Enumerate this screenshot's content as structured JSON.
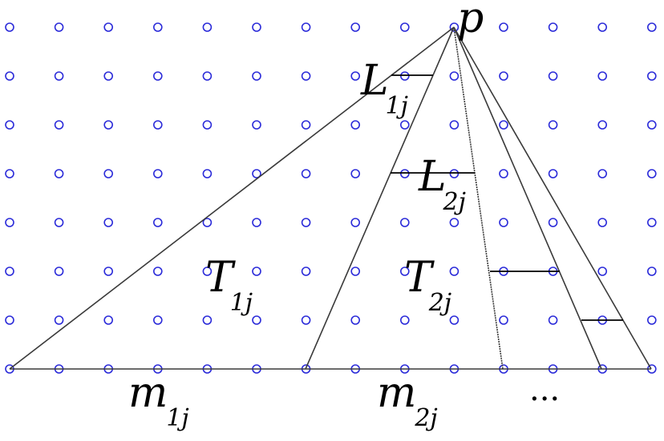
{
  "diagram": {
    "lattice": {
      "columns": 14,
      "rows": 8,
      "color": "#2b2bd9"
    },
    "line_color": "#3a3a3a",
    "labels": {
      "apex": "p",
      "L1": {
        "main": "L",
        "sub": "1j"
      },
      "L2": {
        "main": "L",
        "sub": "2j"
      },
      "T1": {
        "main": "T",
        "sub": "1j"
      },
      "T2": {
        "main": "T",
        "sub": "2j"
      },
      "m1": {
        "main": "m",
        "sub": "1j"
      },
      "m2": {
        "main": "m",
        "sub": "2j"
      },
      "ellipsis": "..."
    }
  }
}
